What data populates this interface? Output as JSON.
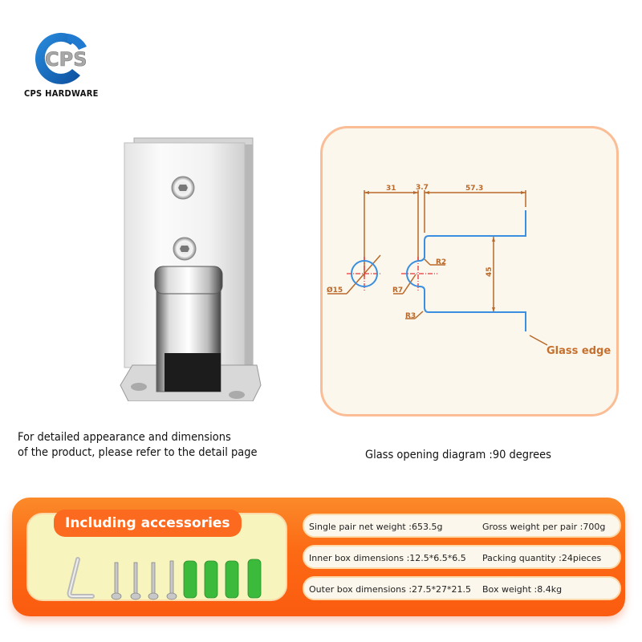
{
  "brand": {
    "logo_letters": "CPS",
    "name": "CPS HARDWARE",
    "colors": {
      "blue": "#1a6fc4",
      "gray": "#9a9a9a"
    }
  },
  "product": {
    "image": "glass-to-floor-shower-hinge-photo",
    "caption_line1": "For detailed appearance and dimensions",
    "caption_line2": "of the product, please refer to the detail page"
  },
  "diagram": {
    "dimensions": {
      "d1": "31",
      "d2": "3.7",
      "d3": "57.3",
      "height": "45",
      "hole_diameter": "Ø15",
      "r2": "R2",
      "r7": "R7",
      "r3": "R3"
    },
    "glass_edge_label": "Glass edge",
    "caption": "Glass opening diagram :90 degrees",
    "colors": {
      "outline": "#3b8fe0",
      "dimension": "#b8682a",
      "centerline": "#e8333a",
      "frame": "#fbbd95",
      "background": "#fcf7ec"
    }
  },
  "accessories": {
    "title": "Including accessories",
    "items": [
      "allen-key",
      "screw",
      "screw",
      "screw",
      "screw",
      "wall-plug",
      "wall-plug",
      "wall-plug",
      "wall-plug"
    ]
  },
  "specs": [
    {
      "left": "Single pair net weight :653.5g",
      "right": "Gross weight per pair :700g"
    },
    {
      "left": "Inner box dimensions :12.5*6.5*6.5",
      "right": "Packing quantity :24pieces"
    },
    {
      "left": "Outer box dimensions :27.5*27*21.5",
      "right": "Box weight :8.4kg"
    }
  ],
  "theme": {
    "orange": "#fc6a14",
    "orange_light": "#fb8a2a",
    "cream": "#f7f5bd"
  }
}
